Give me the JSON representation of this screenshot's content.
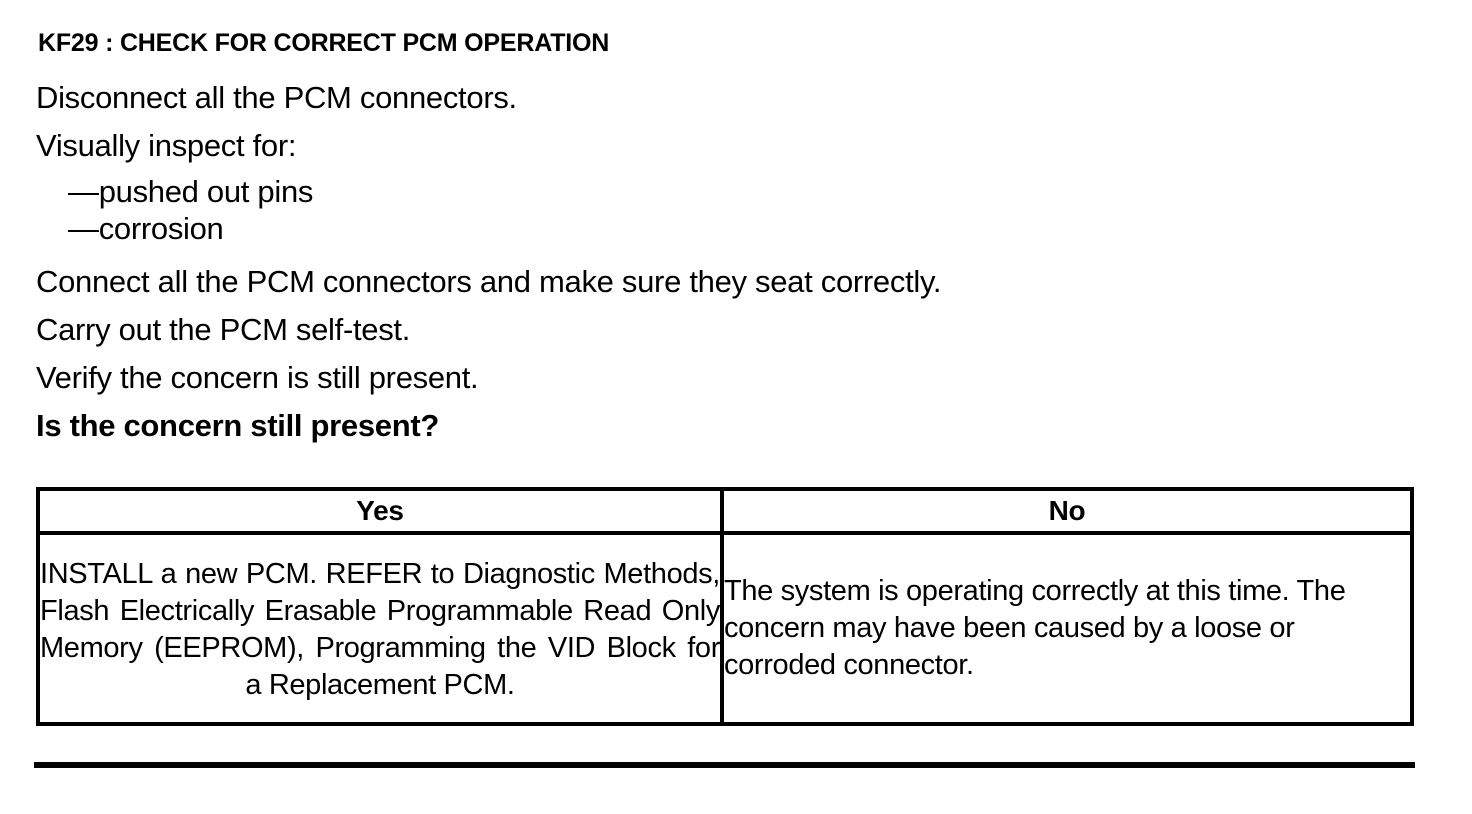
{
  "document": {
    "step_title": "KF29 : CHECK FOR CORRECT PCM OPERATION",
    "instructions": [
      "Disconnect all the PCM connectors.",
      "Visually inspect for:"
    ],
    "inspect_items": [
      "—pushed out pins",
      "—corrosion"
    ],
    "instructions_after": [
      "Connect all the PCM connectors and make sure they seat correctly.",
      "Carry out the PCM self-test.",
      "Verify the concern is still present."
    ],
    "question": "Is the concern still present?"
  },
  "decision_table": {
    "headers": {
      "yes": "Yes",
      "no": "No"
    },
    "cells": {
      "yes": "INSTALL a new PCM. REFER to Diagnostic Methods, Flash Electrically Erasable Programmable Read Only Memory (EEPROM), Programming the VID Block for a Replacement PCM.",
      "no": "The system is operating correctly at this time. The concern may have been caused by a loose or corroded connector."
    }
  },
  "style": {
    "ink_color": "#000000",
    "page_color": "#ffffff"
  }
}
